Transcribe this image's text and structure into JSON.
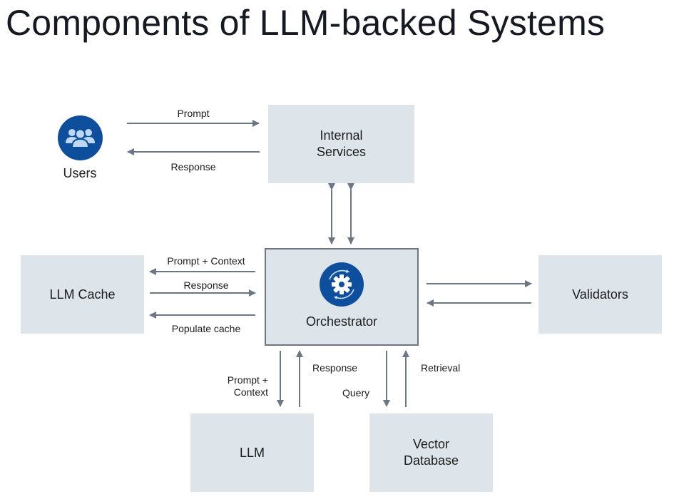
{
  "title": "Components of LLM-backed Systems",
  "colors": {
    "box_fill": "#dde4ea",
    "orchestrator_border": "#6f7680",
    "arrow": "#6b7785",
    "icon_blue": "#0d4f9c",
    "icon_light": "#bcd8f3"
  },
  "nodes": {
    "users": {
      "label": "Users",
      "icon": "users-group-icon"
    },
    "internal_services": {
      "line1": "Internal",
      "line2": "Services"
    },
    "orchestrator": {
      "label": "Orchestrator",
      "icon": "gear-cycle-icon"
    },
    "llm_cache": {
      "label": "LLM Cache"
    },
    "validators": {
      "label": "Validators"
    },
    "llm": {
      "label": "LLM"
    },
    "vector_database": {
      "line1": "Vector",
      "line2": "Database"
    }
  },
  "edges": {
    "users_to_services": "Prompt",
    "services_to_users": "Response",
    "orch_to_cache": "Prompt + Context",
    "cache_to_orch": "Response",
    "orch_populate_cache": "Populate cache",
    "orch_to_llm_line1": "Prompt +",
    "orch_to_llm_line2": "Context",
    "llm_to_orch": "Response",
    "orch_to_vectordb": "Query",
    "vectordb_to_orch": "Retrieval"
  }
}
